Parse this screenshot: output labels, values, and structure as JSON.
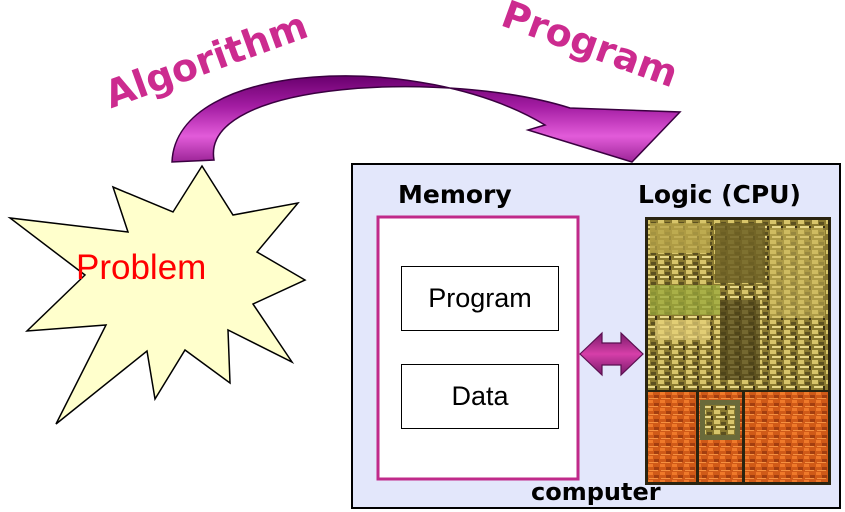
{
  "problem": {
    "label": "Problem",
    "color": "#ff0000",
    "fill": "#ffffcc"
  },
  "arrow": {
    "left_label": "Algorithm",
    "right_label": "Program",
    "label_color": "#cc2b8f",
    "gradient_dark": "#5a0060",
    "gradient_light": "#e25bd9"
  },
  "computer": {
    "label": "computer",
    "background": "#e3e7fb",
    "memory": {
      "title": "Memory",
      "border_color": "#c02a8a",
      "program_label": "Program",
      "data_label": "Data"
    },
    "cpu": {
      "title": "Logic (CPU)",
      "image_icon": "cpu-die-photo-icon"
    },
    "bus_icon": "double-arrow-icon",
    "bus_color": "#c02a8a"
  }
}
